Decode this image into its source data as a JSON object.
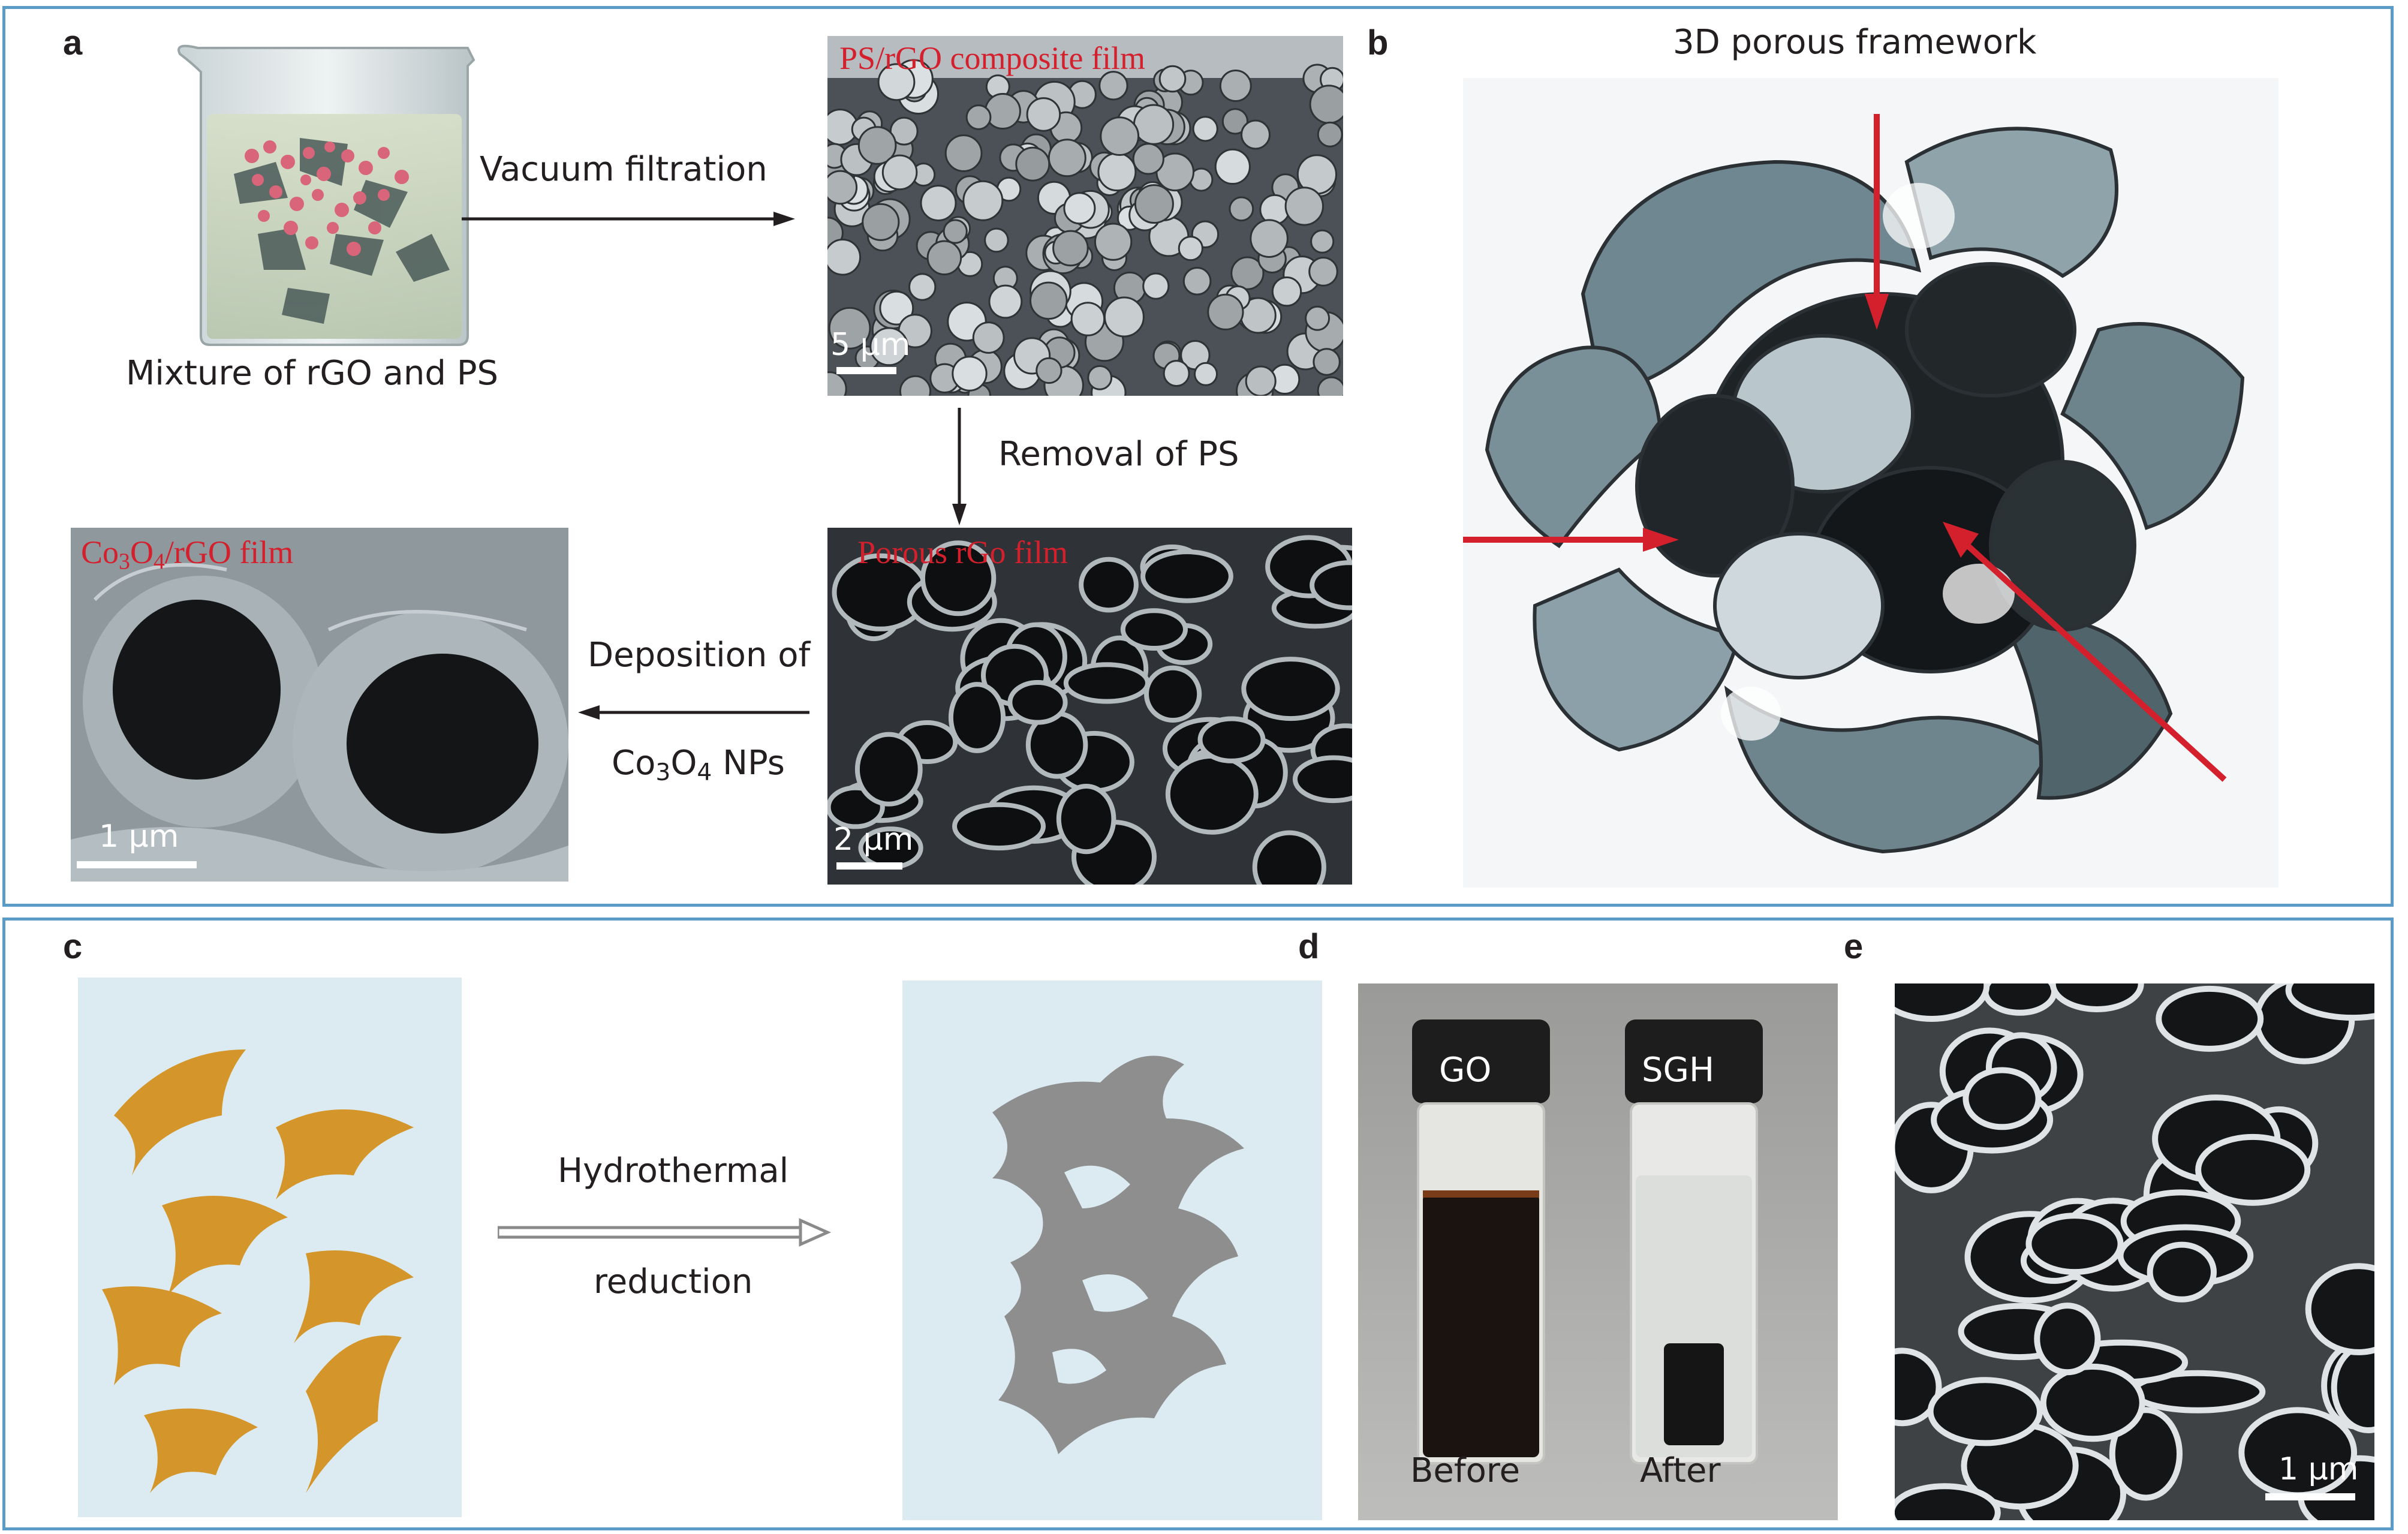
{
  "panels": {
    "a": {
      "label": "a",
      "beaker_caption": "Mixture of rGO and PS",
      "step1": "Vacuum filtration",
      "sem1_title": "PS/rGO composite film",
      "sem1_scale": "5 μm",
      "step2": "Removal of PS",
      "sem2_title": "Porous rGo film",
      "sem2_scale": "2 μm",
      "step3_line1": "Deposition of",
      "step3_line2_main": "Co",
      "step3_line2_sub1": "3",
      "step3_line2_mid": "O",
      "step3_line2_sub2": "4",
      "step3_line2_end": " NPs",
      "sem3_title_main": "Co",
      "sem3_title_sub1": "3",
      "sem3_title_mid": "O",
      "sem3_title_sub2": "4",
      "sem3_title_end": "/rGO film",
      "sem3_scale": "1 μm"
    },
    "b": {
      "label": "b",
      "title": "3D porous framework"
    },
    "c": {
      "label": "c",
      "arrow_line1": "Hydrothermal",
      "arrow_line2": "reduction"
    },
    "d": {
      "label": "d",
      "vial1_cap": "GO",
      "vial2_cap": "SGH",
      "before": "Before",
      "after": "After"
    },
    "e": {
      "label": "e",
      "scale": "1 μm"
    }
  },
  "colors": {
    "frame": "#5b9bc8",
    "red_text": "#d4202c",
    "sheet_orange": "#d4962a",
    "sheet_grey": "#8e8e8e",
    "panel_bg": "#dcebf2"
  }
}
